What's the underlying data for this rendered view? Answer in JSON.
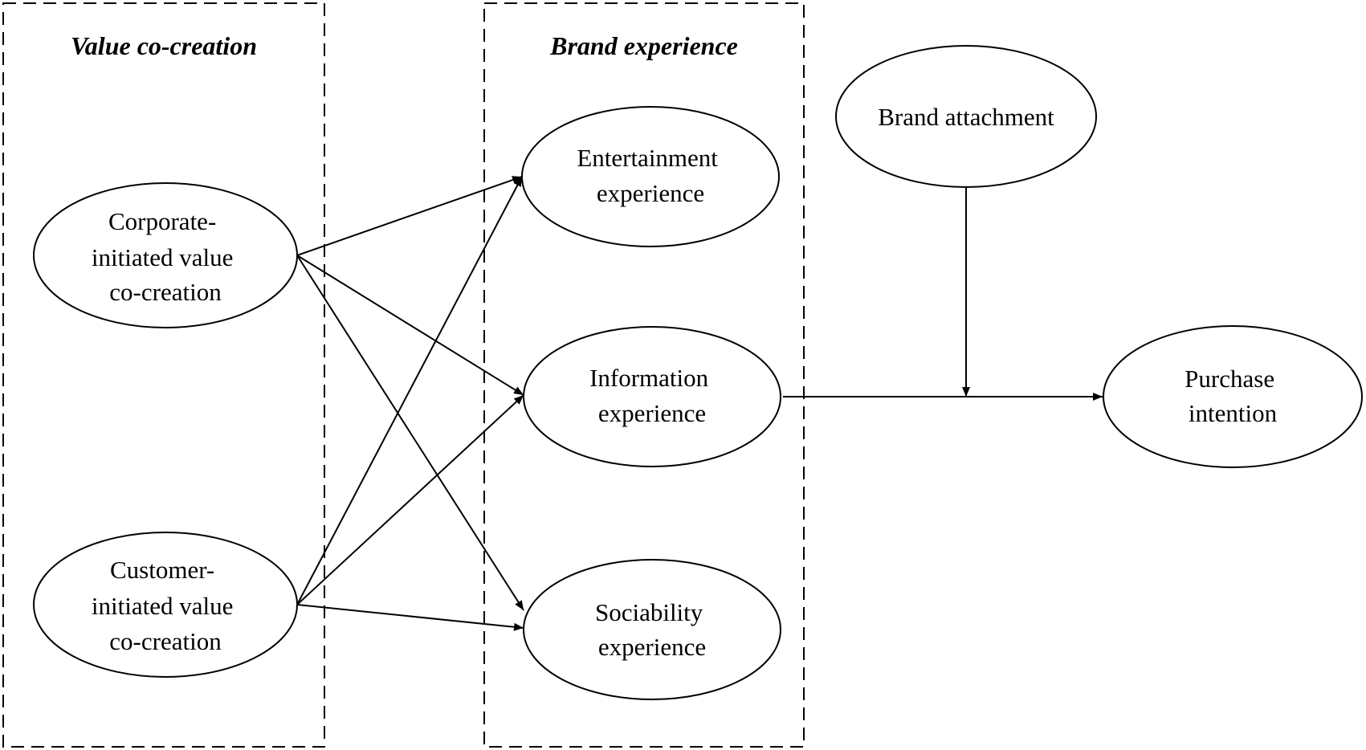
{
  "groups": {
    "value_cocreation": {
      "label": "Value co-creation"
    },
    "brand_experience": {
      "label": "Brand experience"
    }
  },
  "nodes": {
    "corporate": {
      "lines": [
        "Corporate-",
        "initiated value",
        "co-creation"
      ]
    },
    "customer": {
      "lines": [
        "Customer-",
        "initiated value",
        "co-creation"
      ]
    },
    "entertainment": {
      "lines": [
        "Entertainment",
        "experience"
      ]
    },
    "information": {
      "lines": [
        "Information",
        "experience"
      ]
    },
    "sociability": {
      "lines": [
        "Sociability",
        "experience"
      ]
    },
    "attachment": {
      "lines": [
        "Brand attachment"
      ]
    },
    "purchase": {
      "lines": [
        "Purchase",
        "intention"
      ]
    }
  },
  "edges": [
    {
      "from": "corporate",
      "to": "entertainment"
    },
    {
      "from": "corporate",
      "to": "information"
    },
    {
      "from": "corporate",
      "to": "sociability"
    },
    {
      "from": "customer",
      "to": "entertainment"
    },
    {
      "from": "customer",
      "to": "information"
    },
    {
      "from": "customer",
      "to": "sociability"
    },
    {
      "from": "information",
      "to": "purchase"
    },
    {
      "from": "attachment",
      "to": "information-purchase-path",
      "type": "moderation"
    }
  ],
  "colors": {
    "stroke": "#000000",
    "background": "#ffffff"
  }
}
